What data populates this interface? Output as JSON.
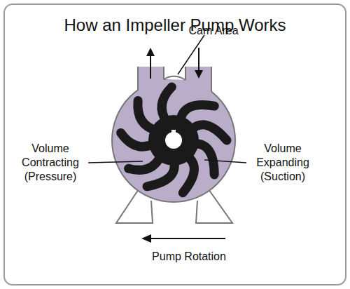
{
  "diagram": {
    "title": "How an Impeller Pump Works",
    "labels": [
      "Cam Area",
      "Volume Contracting (Pressure)",
      "Volume Expanding (Suction)",
      "Pump Rotation"
    ]
  }
}
